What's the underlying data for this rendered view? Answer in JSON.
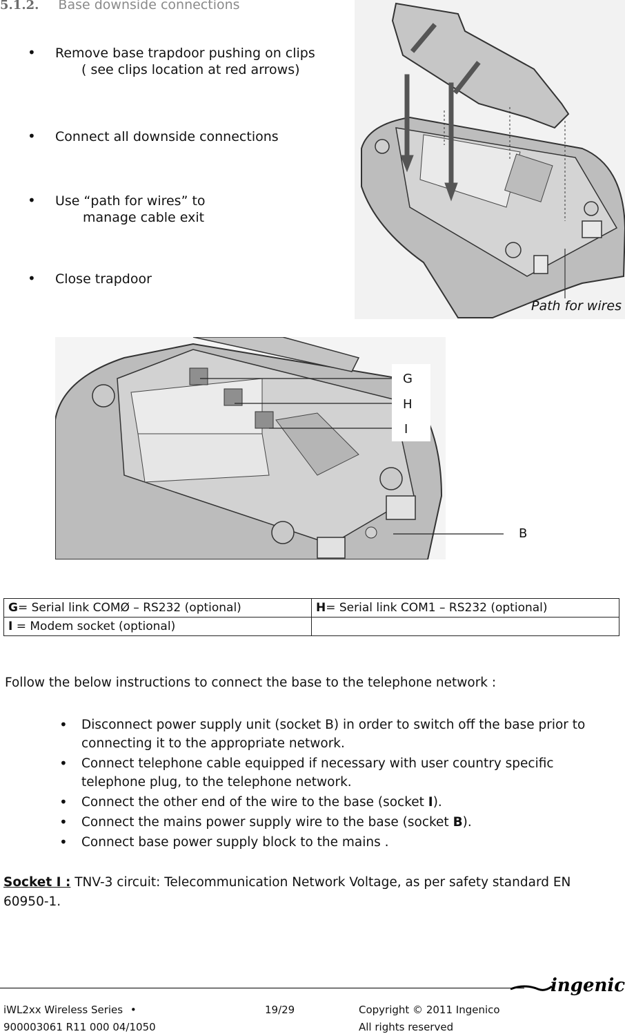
{
  "heading": {
    "number": "5.1.2.",
    "title": "Base downside connections"
  },
  "steps": [
    {
      "line1": "Remove base trapdoor pushing on clips",
      "line2": "( see clips location at red arrows)"
    },
    {
      "line1": "Connect all downside connections",
      "line2": ""
    },
    {
      "line1": "Use “path for wires” to",
      "line2": "manage cable exit"
    },
    {
      "line1": "Close trapdoor",
      "line2": ""
    }
  ],
  "bullet_glyph": "•",
  "figure1": {
    "path_label": "Path for wires"
  },
  "figure2": {
    "callouts": {
      "g": "G",
      "h": "H",
      "i": "I",
      "b": "B"
    }
  },
  "legend": {
    "row1": {
      "col1_key": "G",
      "col1_text": "= Serial link COMØ – RS232  (optional)",
      "col2_key": "H",
      "col2_text": "= Serial link COM1 – RS232 (optional)"
    },
    "row2": {
      "col1_key": "I",
      "col1_text": " = Modem socket (optional)",
      "col2_key": "",
      "col2_text": ""
    }
  },
  "intro": "Follow the below instructions to connect the base to the telephone network :",
  "instructions": [
    {
      "pre": "Disconnect power supply unit (socket B) in order to switch off the base prior to connecting it to the appropriate network.",
      "bold": "",
      "post": ""
    },
    {
      "pre": "Connect telephone cable equipped if necessary with user country specific telephone plug, to the telephone network.",
      "bold": "",
      "post": ""
    },
    {
      "pre": "Connect the other end of the wire to the base (socket ",
      "bold": "I",
      "post": ")."
    },
    {
      "pre": "Connect the mains power supply wire to the base (socket ",
      "bold": "B",
      "post": ")."
    },
    {
      "pre": "Connect base power supply block to the mains .",
      "bold": "",
      "post": ""
    }
  ],
  "socket_note": {
    "lead": "Socket I  :",
    "text": " TNV-3 circuit: Telecommunication Network Voltage, as per safety standard EN 60950-1."
  },
  "footer": {
    "product": "iWL2xx Wireless Series",
    "page": "19/29",
    "copyright": "Copyright © 2011 Ingenico",
    "doc_ref": "900003061 R11 000 04/1050",
    "rights": "All rights reserved",
    "logo": "ingenico"
  }
}
